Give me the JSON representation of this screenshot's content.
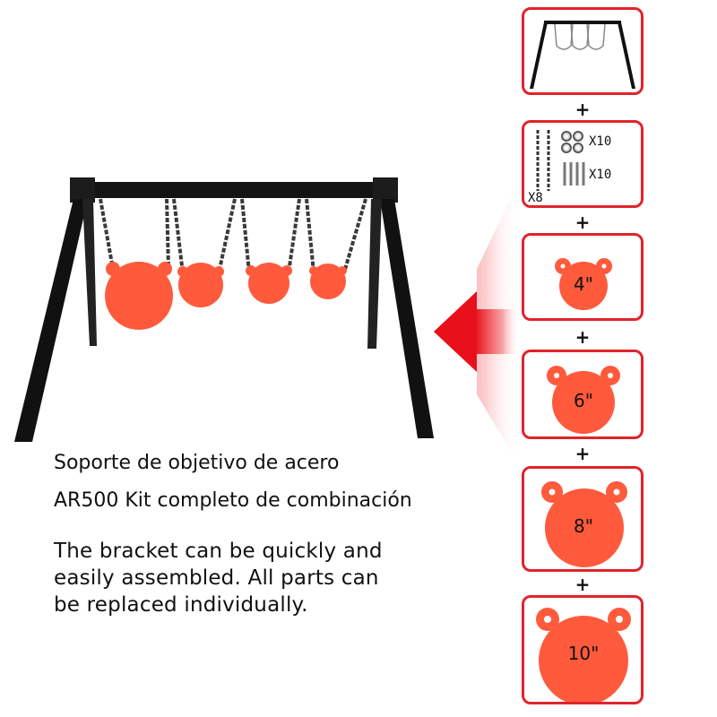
{
  "captions": {
    "spanish_line1": "Soporte de objetivo de acero",
    "spanish_line2": "AR500 Kit completo de combinación",
    "english_line1": "The bracket can be quickly and",
    "english_line2": "easily assembled. All parts can",
    "english_line3": "be replaced individually."
  },
  "kit": {
    "plus_sign": "+",
    "parts": {
      "chain_qty": "X8",
      "washer_qty": "X10",
      "bolt_qty": "X10"
    },
    "target_sizes": [
      "4\"",
      "6\"",
      "8\"",
      "10\""
    ]
  },
  "colors": {
    "target_orange": "#ff5a3c",
    "frame_black": "#111111",
    "box_border_red": "#e0242b",
    "arrow_red": "#e8101a"
  }
}
